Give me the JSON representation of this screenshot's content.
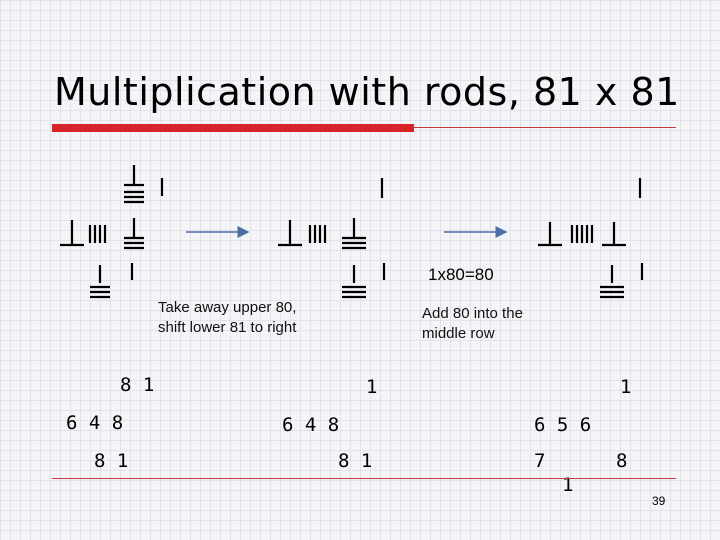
{
  "title": "Multiplication with rods, 81 x 81",
  "notes": {
    "take_away": "Take away upper 80, shift lower 81 to right",
    "equation": "1x80=80",
    "add": "Add 80 into the middle row"
  },
  "arithmetic": {
    "col1": {
      "top": "8 1",
      "mid": "6 4 8",
      "bot": "8 1"
    },
    "col2": {
      "top": "1",
      "mid": "6 4 8",
      "bot": "8 1"
    },
    "col3": {
      "top": "1",
      "mid": "6 5 6",
      "bot_left": "7",
      "bot_right": "8",
      "bot_sub": "1"
    }
  },
  "colors": {
    "accent_red": "#d8232a",
    "arrow": "#4a6fa5"
  },
  "page_number": "39"
}
